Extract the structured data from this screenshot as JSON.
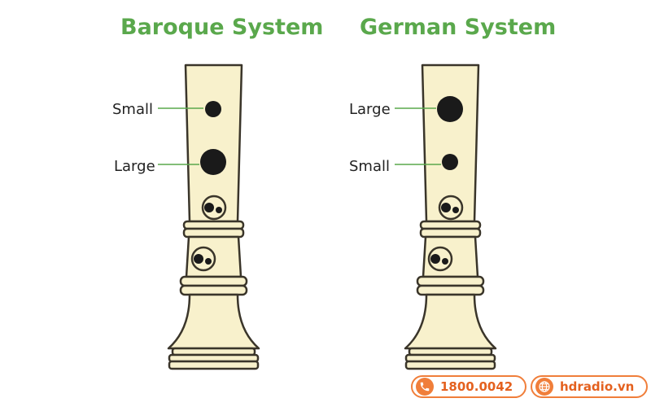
{
  "diagrams": [
    {
      "title": "Baroque System",
      "upper_label": "Small",
      "lower_label": "Large"
    },
    {
      "title": "German System",
      "upper_label": "Large",
      "lower_label": "Small"
    }
  ],
  "colors": {
    "title": "#5aa84c",
    "leader_line": "#5aa84c",
    "body": "#f8f1cc",
    "outline": "#3a352a",
    "hole": "#1a1a1a",
    "accent": "#f07e3a"
  },
  "footer": {
    "phone": "1800.0042",
    "phone_icon": "phone-icon",
    "website": "hdradio.vn",
    "website_icon": "globe-icon"
  }
}
